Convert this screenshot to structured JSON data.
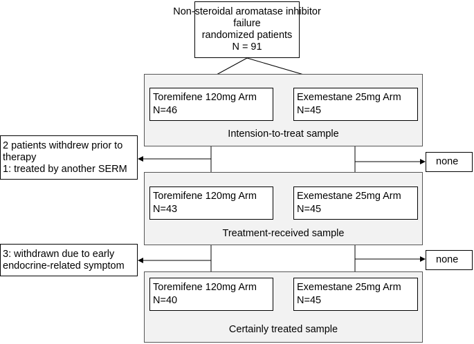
{
  "top_box": {
    "lines": [
      "Non-steroidal aromatase inhibitor",
      "failure",
      "randomized patients",
      "N = 91"
    ]
  },
  "stages": [
    {
      "label": "Intension-to-treat sample",
      "left_arm": {
        "name": "Toremifene 120mg Arm",
        "n": "N=46"
      },
      "right_arm": {
        "name": "Exemestane 25mg Arm",
        "n": "N=45"
      }
    },
    {
      "label": "Treatment-received sample",
      "left_arm": {
        "name": "Toremifene 120mg Arm",
        "n": "N=43"
      },
      "right_arm": {
        "name": "Exemestane 25mg Arm",
        "n": "N=45"
      }
    },
    {
      "label": "Certainly treated sample",
      "left_arm": {
        "name": "Toremifene 120mg Arm",
        "n": "N=40"
      },
      "right_arm": {
        "name": "Exemestane 25mg Arm",
        "n": "N=45"
      }
    }
  ],
  "exclusions": {
    "left_1": {
      "lines": [
        "2 patients withdrew prior to",
        "therapy",
        "1:  treated by another SERM"
      ]
    },
    "right_1": {
      "text": "none"
    },
    "left_2": {
      "lines": [
        "3: withdrawn due to early",
        "endocrine-related symptom"
      ]
    },
    "right_2": {
      "text": "none"
    }
  }
}
